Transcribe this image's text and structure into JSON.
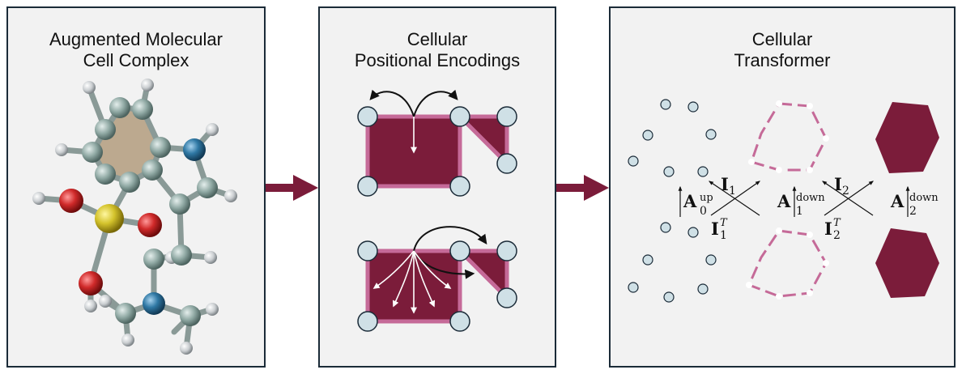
{
  "panels": [
    {
      "title_line1": "Augmented Molecular",
      "title_line2": "Cell Complex"
    },
    {
      "title_line1": "Cellular",
      "title_line2": "Positional Encodings"
    },
    {
      "title_line1": "Cellular",
      "title_line2": "Transformer"
    }
  ],
  "math": {
    "a0_base": "A",
    "a0_sub": "0",
    "a0_sup": "up",
    "i1_base": "I",
    "i1_sub": "1",
    "i1t_base": "I",
    "i1t_sub": "1",
    "i1t_sup": "T",
    "a1_base": "A",
    "a1_sub": "1",
    "a1_sup": "down",
    "i2_base": "I",
    "i2_sub": "2",
    "i2t_base": "I",
    "i2t_sub": "2",
    "i2t_sup": "T",
    "a2_base": "A",
    "a2_sub": "2",
    "a2_sup": "down"
  },
  "colors": {
    "maroon": "#7b1c3a",
    "pink_edge": "#c56a98",
    "node_fill": "#cfe0e6",
    "panel_bg": "#f2f2f2",
    "border": "#1b2b38"
  }
}
